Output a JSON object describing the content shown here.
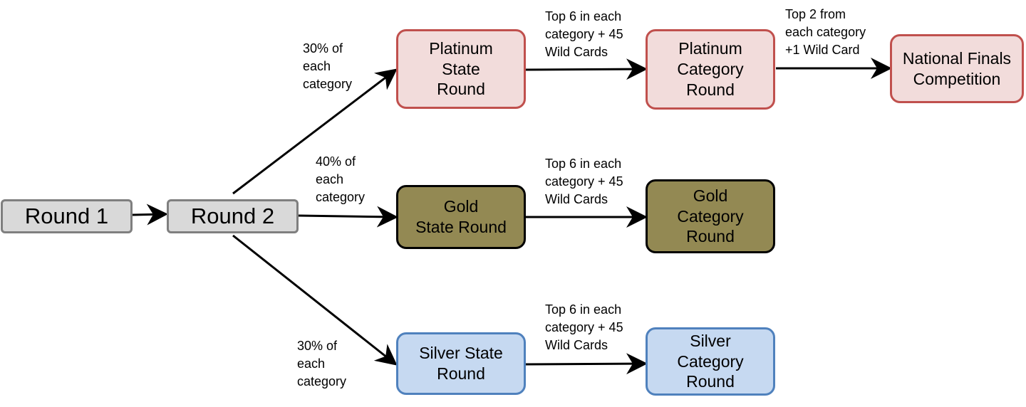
{
  "nodes": {
    "round1": "Round 1",
    "round2": "Round 2",
    "platinum_state": "Platinum\nState\nRound",
    "platinum_category": "Platinum\nCategory\nRound",
    "national_finals": "National Finals\nCompetition",
    "gold_state": "Gold\nState Round",
    "gold_category": "Gold\nCategory\nRound",
    "silver_state": "Silver State\nRound",
    "silver_category": "Silver\nCategory\nRound"
  },
  "edge_labels": {
    "to_platinum": "30% of\neach\ncategory",
    "to_gold": "40% of\neach\ncategory",
    "to_silver": "30% of\neach\ncategory",
    "platinum_state_to_category": "Top 6 in each\ncategory + 45\nWild Cards",
    "gold_state_to_category": "Top 6 in each\ncategory + 45\nWild Cards",
    "silver_state_to_category": "Top 6 in each\ncategory + 45\nWild Cards",
    "platinum_category_to_finals": "Top 2 from\neach category\n+1 Wild Card"
  },
  "colors": {
    "grey_fill": "#d9d9d9",
    "grey_border": "#7f7f7f",
    "platinum_fill": "#f2dcdb",
    "platinum_border": "#c0504d",
    "gold_fill": "#938953",
    "gold_border": "#000000",
    "silver_fill": "#c6d9f1",
    "silver_border": "#4f81bd",
    "arrow": "#000000"
  }
}
